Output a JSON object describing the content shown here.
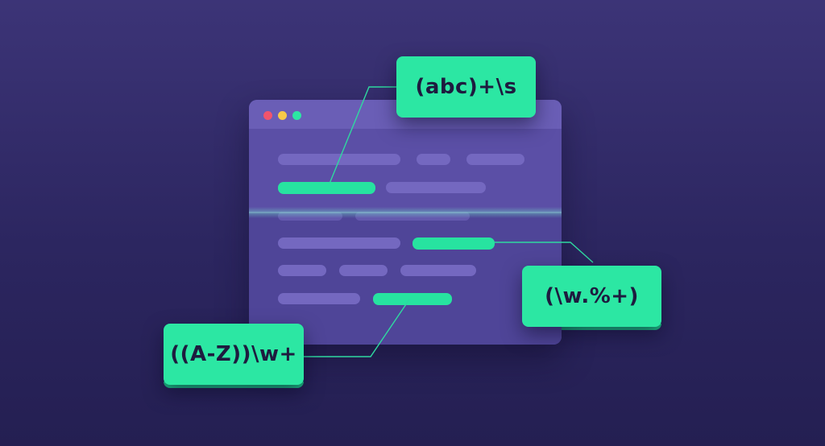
{
  "window": {
    "traffic_lights": [
      {
        "name": "close",
        "color": "#f2546c"
      },
      {
        "name": "minimize",
        "color": "#f7c948"
      },
      {
        "name": "maximize",
        "color": "#2ce7a3"
      }
    ]
  },
  "tags": {
    "top": "(abc)+\\s",
    "right": "(\\w.%+)",
    "left": "((A-Z))\\w+"
  },
  "colors": {
    "background": "#2c2660",
    "window": "#5b4fa6",
    "highlight": "#27e3a0",
    "tag_text": "#1e1b3f"
  }
}
